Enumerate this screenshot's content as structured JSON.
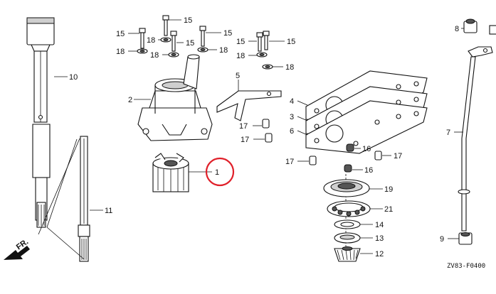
{
  "labels": {
    "p1": "1",
    "p2": "2",
    "p3": "3",
    "p4": "4",
    "p5": "5",
    "p6": "6",
    "p7": "7",
    "p8": "8",
    "p9": "9",
    "p10": "10",
    "p11": "11",
    "p12": "12",
    "p13": "13",
    "p14": "14",
    "p15a": "15",
    "p15b": "15",
    "p15c": "15",
    "p15d": "15",
    "p15e": "15",
    "p15f": "15",
    "p16a": "16",
    "p16b": "16",
    "p17a": "17",
    "p17b": "17",
    "p17c": "17",
    "p17d": "17",
    "p18a": "18",
    "p18b": "18",
    "p18c": "18",
    "p18d": "18",
    "p18e": "18",
    "p19": "19",
    "p21": "21"
  },
  "direction_label": "FR.",
  "diagram_code": "ZV83-F0400",
  "highlight_color": "#e0202a"
}
